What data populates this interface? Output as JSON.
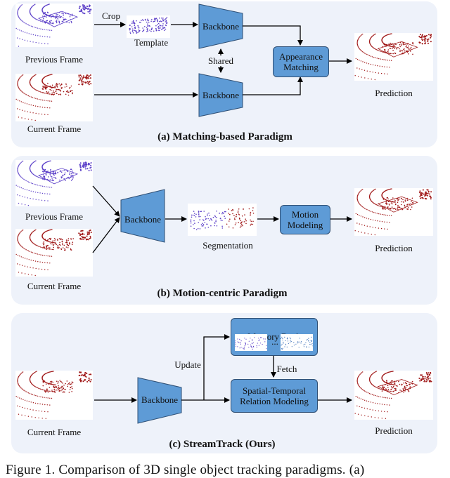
{
  "panel_a": {
    "title": "(a) Matching-based Paradigm",
    "previous_frame": "Previous Frame",
    "current_frame": "Current Frame",
    "crop": "Crop",
    "template": "Template",
    "backbone_top": "Backbone",
    "backbone_bottom": "Backbone",
    "shared": "Shared",
    "matching": "Appearance\nMatching",
    "prediction": "Prediction"
  },
  "panel_b": {
    "title": "(b) Motion-centric Paradigm",
    "previous_frame": "Previous Frame",
    "current_frame": "Current Frame",
    "backbone": "Backbone",
    "segmentation": "Segmentation",
    "motion": "Motion\nModeling",
    "prediction": "Prediction"
  },
  "panel_c": {
    "title": "(c) StreamTrack (Ours)",
    "current_frame": "Current Frame",
    "backbone": "Backbone",
    "update": "Update",
    "memory_bank": "Memory Bank",
    "ellipsis": "...",
    "fetch": "Fetch",
    "relation": "Spatial-Temporal\nRelation Modeling",
    "prediction": "Prediction"
  },
  "caption": "Figure 1. Comparison of 3D single object tracking paradigms. (a)",
  "colors": {
    "panel_bg": "#eef2fa",
    "box_fill": "#5e9bd6",
    "previous_frame_points": "#5b3fc8",
    "current_frame_points": "#a01818"
  }
}
